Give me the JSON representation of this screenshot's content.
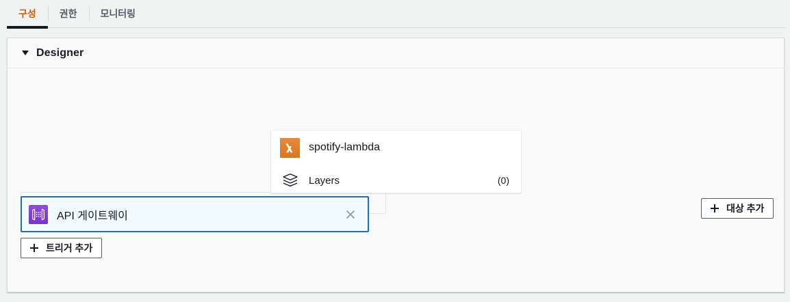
{
  "tabs": [
    {
      "id": "configuration",
      "label": "구성",
      "active": true
    },
    {
      "id": "permissions",
      "label": "권한",
      "active": false
    },
    {
      "id": "monitoring",
      "label": "모니터링",
      "active": false
    }
  ],
  "designer": {
    "caret_icon": "caret-down-icon",
    "title": "Designer"
  },
  "function_card": {
    "icon": "lambda-icon",
    "name": "spotify-lambda",
    "layers": {
      "icon": "layers-stack-icon",
      "label": "Layers",
      "count": "(0)"
    }
  },
  "trigger_card": {
    "icon": "api-gateway-icon",
    "name": "API 게이트웨이",
    "selected": true,
    "close_icon": "close-icon"
  },
  "buttons": {
    "add_trigger": {
      "icon": "plus-icon",
      "label": "트리거 추가"
    },
    "add_destination": {
      "icon": "plus-icon",
      "label": "대상 추가"
    }
  },
  "colors": {
    "accent_orange": "#d45b07",
    "lambda_orange": "#d9761f",
    "apigw_purple": "#7a31cf",
    "selected_border": "#1b6ec1",
    "selected_bg": "#f1faff",
    "page_bg": "#f1f3f3",
    "canvas_bg": "#fafafa"
  }
}
